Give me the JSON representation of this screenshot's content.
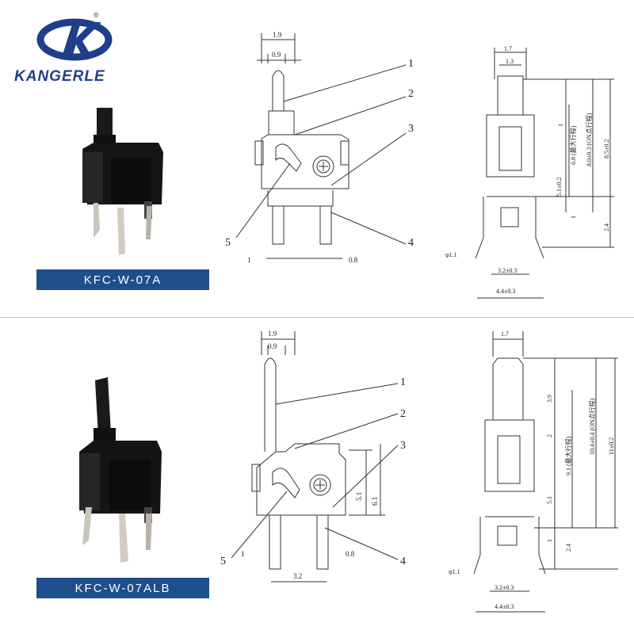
{
  "brand": {
    "name": "KANGERLE",
    "registered_mark": "®",
    "brand_color": "#1f3f8a",
    "label_bg_color": "#1f4e8c"
  },
  "products": [
    {
      "model": "KFC-W-07A",
      "side_view": {
        "dims": [
          "1.9",
          "0.9",
          "1",
          "0.8"
        ],
        "callouts": [
          "1",
          "2",
          "3",
          "4",
          "5"
        ]
      },
      "front_view": {
        "dims": [
          "1.7",
          "1.3",
          "1",
          "6.8 (最大行程)",
          "8.0±0.3 (ON点行程)",
          "8.5±0.2",
          "5.1±0.2",
          "1",
          "2.4",
          "φ1.1",
          "3.2±0.3",
          "4.4±0.3"
        ]
      }
    },
    {
      "model": "KFC-W-07ALB",
      "side_view": {
        "dims": [
          "1.9",
          "0.9",
          "5.1",
          "6.1",
          "1",
          "0.8",
          "3.2"
        ],
        "callouts": [
          "1",
          "2",
          "3",
          "4",
          "5"
        ]
      },
      "front_view": {
        "dims": [
          "1.7",
          "3.9",
          "2",
          "9.1 (最大行程)",
          "10.4±0.4 (ON点行程)",
          "11±0.2",
          "5.1",
          "1",
          "2.4",
          "φ1.1",
          "3.2±0.3",
          "4.4±0.3"
        ]
      }
    }
  ]
}
